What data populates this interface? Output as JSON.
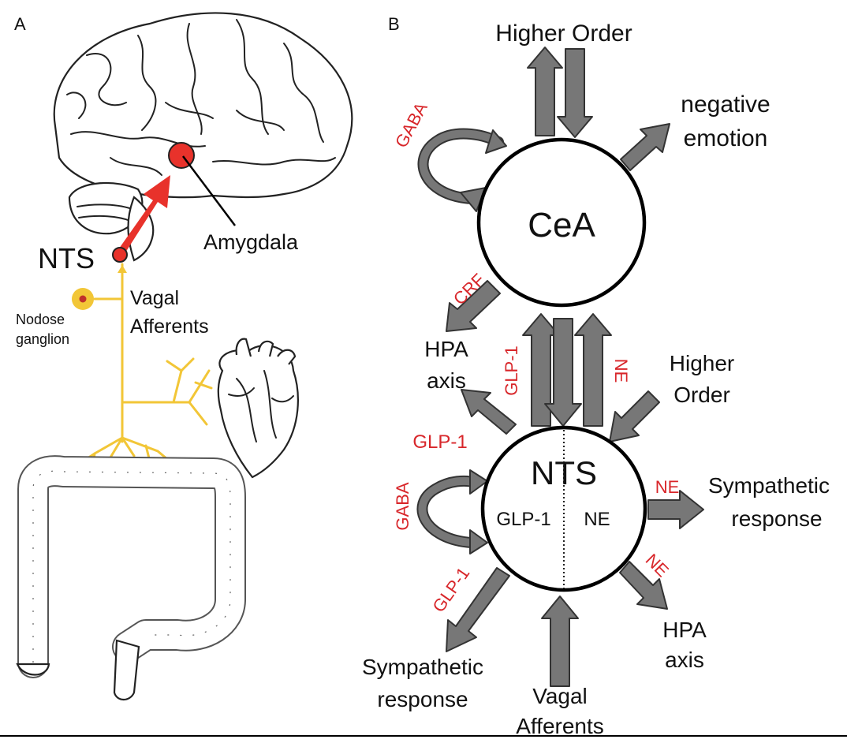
{
  "panel_a": {
    "letter": "A",
    "nts_label": "NTS",
    "amygdala_label": "Amygdala",
    "vagal_line1": "Vagal",
    "vagal_line2": "Afferents",
    "nodose_line1": "Nodose",
    "nodose_line2": "ganglion",
    "colors": {
      "pathway_arrow": "#e8322b",
      "nerve": "#f2c637"
    }
  },
  "panel_b": {
    "letter": "B",
    "cea_label": "CeA",
    "nts_label": "NTS",
    "nts_glp1": "GLP-1",
    "nts_ne": "NE",
    "higher_order_top": "Higher Order",
    "negative_line1": "negative",
    "negative_line2": "emotion",
    "hpa_left_line1": "HPA",
    "hpa_left_line2": "axis",
    "higher_order_right_line1": "Higher",
    "higher_order_right_line2": "Order",
    "symp_right_line1": "Sympathetic",
    "symp_right_line2": "response",
    "hpa_right_line1": "HPA",
    "hpa_right_line2": "axis",
    "symp_left_line1": "Sympathetic",
    "symp_left_line2": "response",
    "vagal_line1": "Vagal",
    "vagal_line2": "Afferents",
    "transmitters": {
      "gaba_top": "GABA",
      "crf": "CRF",
      "glp1_mid": "GLP-1",
      "ne_mid": "NE",
      "glp1_left": "GLP-1",
      "gaba_bottom": "GABA",
      "ne_symp": "NE",
      "ne_hpa": "NE",
      "glp1_symp": "GLP-1"
    },
    "colors": {
      "transmitter_text": "#d8262a",
      "arrow_fill": "#777777"
    }
  }
}
